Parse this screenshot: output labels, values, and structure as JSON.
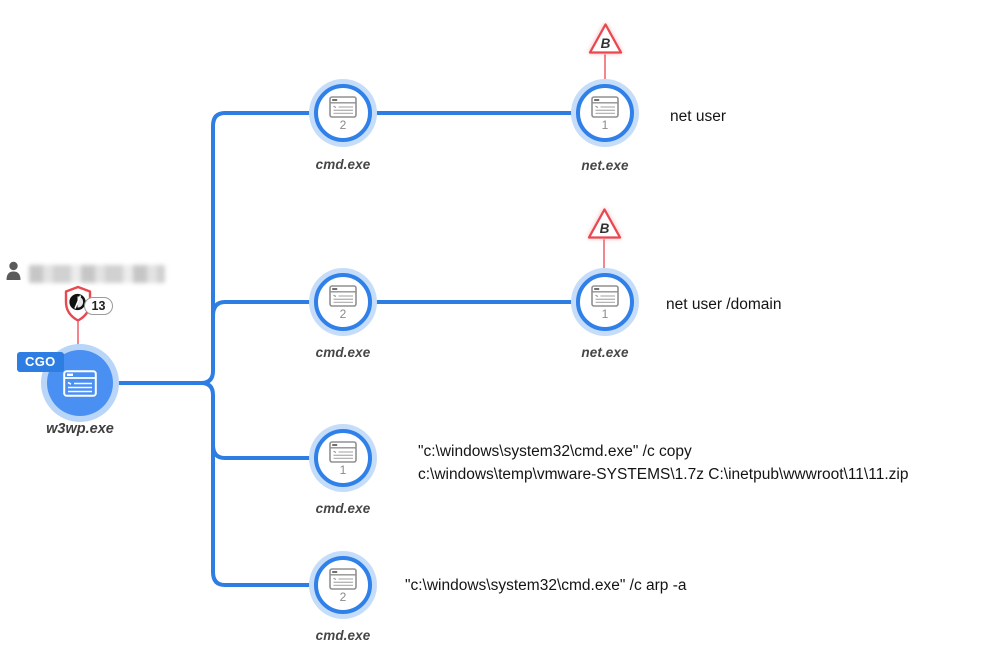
{
  "colors": {
    "edge_blue": "#2e7de2",
    "node_ring_blue": "#2f80e8",
    "node_halo_blue": "#c6ddf9",
    "root_node_fill": "#4a90f2",
    "root_node_halo": "#b9d6f8",
    "alert_red": "#e84850",
    "alert_line_pink": "#f2868c",
    "tag_blue": "#2e7de2",
    "label_gray": "#474747",
    "text_black": "#141414"
  },
  "user": {
    "name_redacted": true
  },
  "root": {
    "label": "w3wp.exe",
    "tag": "CGO",
    "alert_count": "13"
  },
  "processes": [
    {
      "id": "cmd-1",
      "label": "cmd.exe",
      "count": "2"
    },
    {
      "id": "cmd-2",
      "label": "cmd.exe",
      "count": "2"
    },
    {
      "id": "cmd-3",
      "label": "cmd.exe",
      "count": "1",
      "annotation_line1": "\"c:\\windows\\system32\\cmd.exe\" /c copy",
      "annotation_line2": "c:\\windows\\temp\\vmware-SYSTEMS\\1.7z C:\\inetpub\\wwwroot\\11\\11.zip"
    },
    {
      "id": "cmd-4",
      "label": "cmd.exe",
      "count": "2",
      "annotation_line1": "\"c:\\windows\\system32\\cmd.exe\" /c arp -a"
    },
    {
      "id": "net-1",
      "label": "net.exe",
      "count": "1",
      "alert_letter": "B",
      "annotation": "net user"
    },
    {
      "id": "net-2",
      "label": "net.exe",
      "count": "1",
      "alert_letter": "B",
      "annotation": "net user /domain"
    }
  ]
}
